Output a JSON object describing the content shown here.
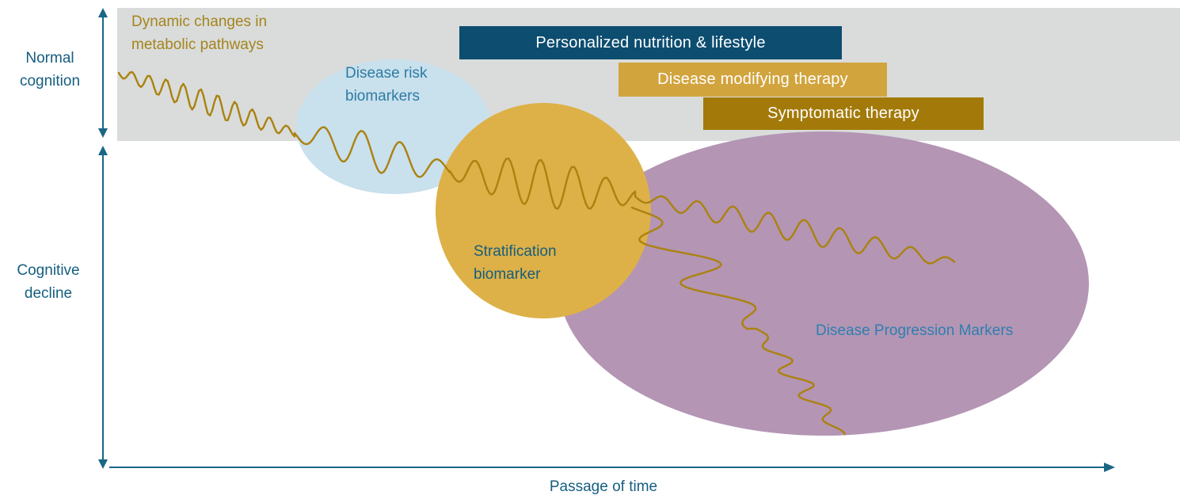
{
  "axis": {
    "y_top_label": "Normal cognition",
    "y_bottom_label": "Cognitive decline",
    "x_label": "Passage of time"
  },
  "annotations": {
    "dynamic_changes": "Dynamic changes in metabolic pathways"
  },
  "regions": {
    "disease_risk": "Disease risk biomarkers",
    "stratification": "Stratification biomarker",
    "progression": "Disease Progression Markers"
  },
  "bars": [
    {
      "label": "Personalized nutrition & lifestyle",
      "color": "#0d4d70"
    },
    {
      "label": "Disease modifying therapy",
      "color": "#d2a43e"
    },
    {
      "label": "Symptomatic therapy",
      "color": "#a37a0a"
    }
  ],
  "colors": {
    "band": "#d9dcdb",
    "blue_ellipse": "#c9e0ed",
    "gold_circle": "#ddb147",
    "purple_ellipse": "#b495b4",
    "squiggle": "#ab820f",
    "axis": "#1a6686",
    "label_text": "#155e80",
    "dynamic_text": "#a5841c",
    "risk_text": "#2d7ca3",
    "strat_text": "#175d7d",
    "progression_text": "#2e7fb0"
  }
}
